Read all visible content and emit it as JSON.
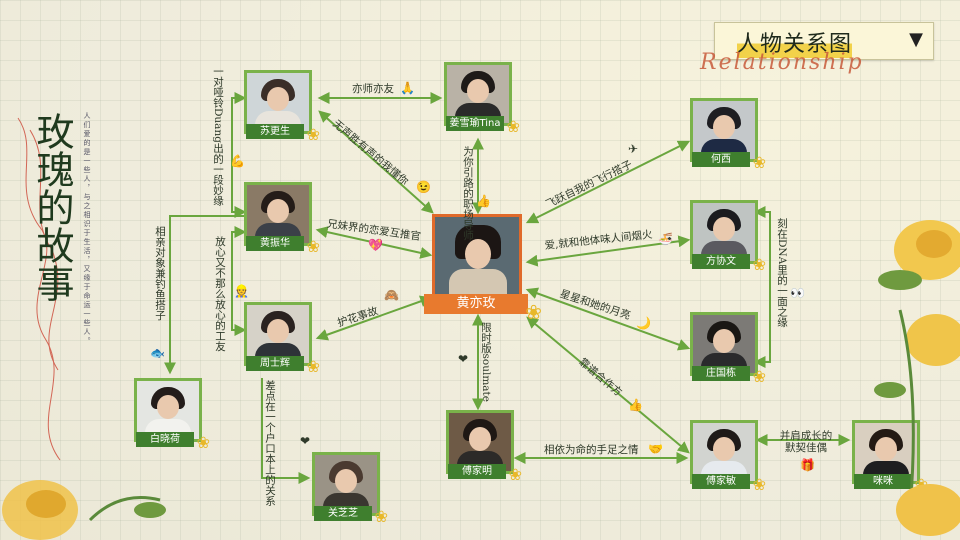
{
  "header": {
    "title": "人物关系图",
    "script": "Relationship",
    "dropdown_icon": "triangle-down-icon"
  },
  "show": {
    "title": "玫瑰的故事",
    "subtitle": "人们爱的是一些人，与之相识于生活，又缘于命运一些人。"
  },
  "colors": {
    "green": "#7ab24a",
    "dark_green": "#3f7f2e",
    "orange": "#e87a2e",
    "highlight": "#f2d24a"
  },
  "characters": {
    "su": "苏更生",
    "jiang": "姜雪瑜Tina",
    "huangzhenhua": "黄振华",
    "zhouzhuhui": "周士辉",
    "bai": "白晓荷",
    "guan": "关芝芝",
    "center": "黄亦玫",
    "fujiaming": "傅家明",
    "hexi": "何西",
    "fang": "方协文",
    "zhuang": "庄国栋",
    "fujiaxin": "傅家敏",
    "mimi": "咪咪"
  },
  "relations": {
    "su_jiang": "亦师亦友",
    "su_center": "无声胜有声的我懂你",
    "jiang_center": "为你引路的职场导师",
    "su_huang": "一对哑铃Duang出的一段妙缘",
    "huang_bai": "相亲对象兼钓鱼搭子",
    "huang_center": "兄妹界的恋爱互推官",
    "huang_zhou": "放心又不那么放心的工友",
    "zhou_center": "护花事故",
    "zhou_guan": "差点在一个户口本上的关系",
    "hexi_center": "飞跃自我的飞行搭子",
    "fang_center": "爱,就和他体味人间烟火",
    "zhuang_center": "星星和她的月亮",
    "fang_zhuang": "刻在DNA里的一面之缘",
    "center_fujiaming": "限时版soulmate",
    "fujiaxin_center": "靠谱合作方",
    "fujiaming_fujiaxin": "相依为命的手足之情",
    "fujiaxin_mimi": "并肩成长的默契佳偶"
  }
}
